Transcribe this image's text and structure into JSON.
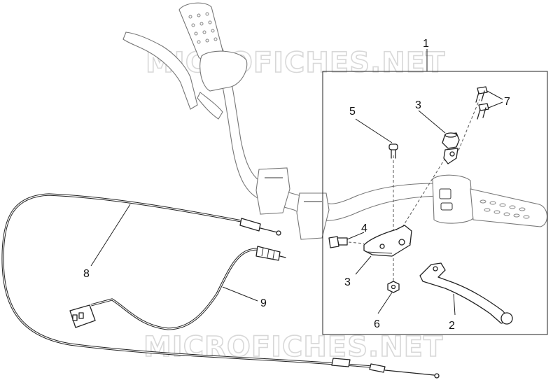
{
  "watermark": {
    "top": "MICROFICHES.NET",
    "bottom": "MICROFICHES.NET"
  },
  "callouts": [
    {
      "id": "c1",
      "text": "1"
    },
    {
      "id": "c2",
      "text": "2"
    },
    {
      "id": "c3a",
      "text": "3"
    },
    {
      "id": "c3b",
      "text": "3"
    },
    {
      "id": "c4",
      "text": "4"
    },
    {
      "id": "c5",
      "text": "5"
    },
    {
      "id": "c6",
      "text": "6"
    },
    {
      "id": "c7",
      "text": "7"
    },
    {
      "id": "c8",
      "text": "8"
    },
    {
      "id": "c9",
      "text": "9"
    }
  ]
}
